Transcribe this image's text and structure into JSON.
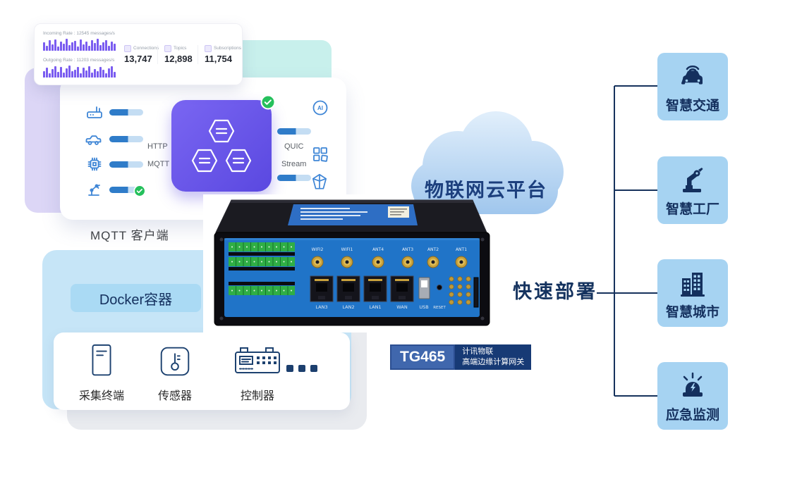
{
  "stats_card": {
    "incoming_label": "Incoming Rate : 12545 messages/s",
    "outgoing_label": "Outgoing Rate : 11203 messages/s",
    "incoming_bars": [
      12,
      7,
      15,
      9,
      16,
      6,
      13,
      10,
      17,
      8,
      12,
      14,
      6,
      16,
      9,
      13,
      7,
      15,
      11,
      17,
      8,
      12,
      15,
      7,
      13,
      10
    ],
    "outgoing_bars": [
      9,
      14,
      6,
      12,
      16,
      8,
      15,
      7,
      13,
      17,
      9,
      11,
      15,
      6,
      14,
      10,
      16,
      7,
      12,
      9,
      15,
      11,
      6,
      13,
      16,
      8
    ],
    "metrics": [
      {
        "label": "Connections",
        "value": "13,747"
      },
      {
        "label": "Topics",
        "value": "12,898"
      },
      {
        "label": "Subscriptions",
        "value": "11,754"
      }
    ]
  },
  "mqtt_panel": {
    "caption": "MQTT 客户端",
    "protocols_left": [
      "HTTP",
      "MQTT"
    ],
    "protocols_right": [
      "QUIC",
      "Stream"
    ],
    "ai_label": "AI",
    "left_icons": [
      "router-icon",
      "car-icon",
      "chip-icon",
      "robot-arm-icon"
    ],
    "right_icons": [
      "ai-head-icon",
      "modules-icon",
      "diamond-icon"
    ],
    "broker_icon": "hexagon-cluster-icon"
  },
  "cloud": {
    "label": "物联网云平台"
  },
  "deploy": {
    "label": "快速部署"
  },
  "badge": {
    "model": "TG465",
    "line1": "计讯物联",
    "line2": "高端边缘计算网关"
  },
  "apps": [
    {
      "label": "智慧交通",
      "icon": "smart-traffic-icon"
    },
    {
      "label": "智慧工厂",
      "icon": "smart-factory-icon"
    },
    {
      "label": "智慧城市",
      "icon": "smart-city-icon"
    },
    {
      "label": "应急监测",
      "icon": "emergency-monitor-icon"
    }
  ],
  "docker_panel": {
    "title": "Docker容器",
    "items": [
      {
        "label": "采集终端",
        "icon": "collector-terminal-icon"
      },
      {
        "label": "传感器",
        "icon": "sensor-icon"
      },
      {
        "label": "控制器",
        "icon": "controller-icon"
      }
    ]
  },
  "device": {
    "antenna_labels": [
      "WIFI2",
      "WIFI1",
      "ANT4",
      "ANT3",
      "ANT2",
      "ANT1"
    ],
    "lan_labels": [
      "LAN3",
      "LAN2",
      "LAN1",
      "WAN"
    ],
    "usb_label": "USB",
    "reset_label": "RESET"
  },
  "colors": {
    "accent_purple": "#7a5cf0",
    "navy": "#16325c",
    "app_card_blue": "#a6d3f2",
    "panel_blue": "#c6e5f7",
    "cloud_blue": "#aecff0",
    "green_check": "#25c05c",
    "device_panel_blue": "#2074c8"
  }
}
